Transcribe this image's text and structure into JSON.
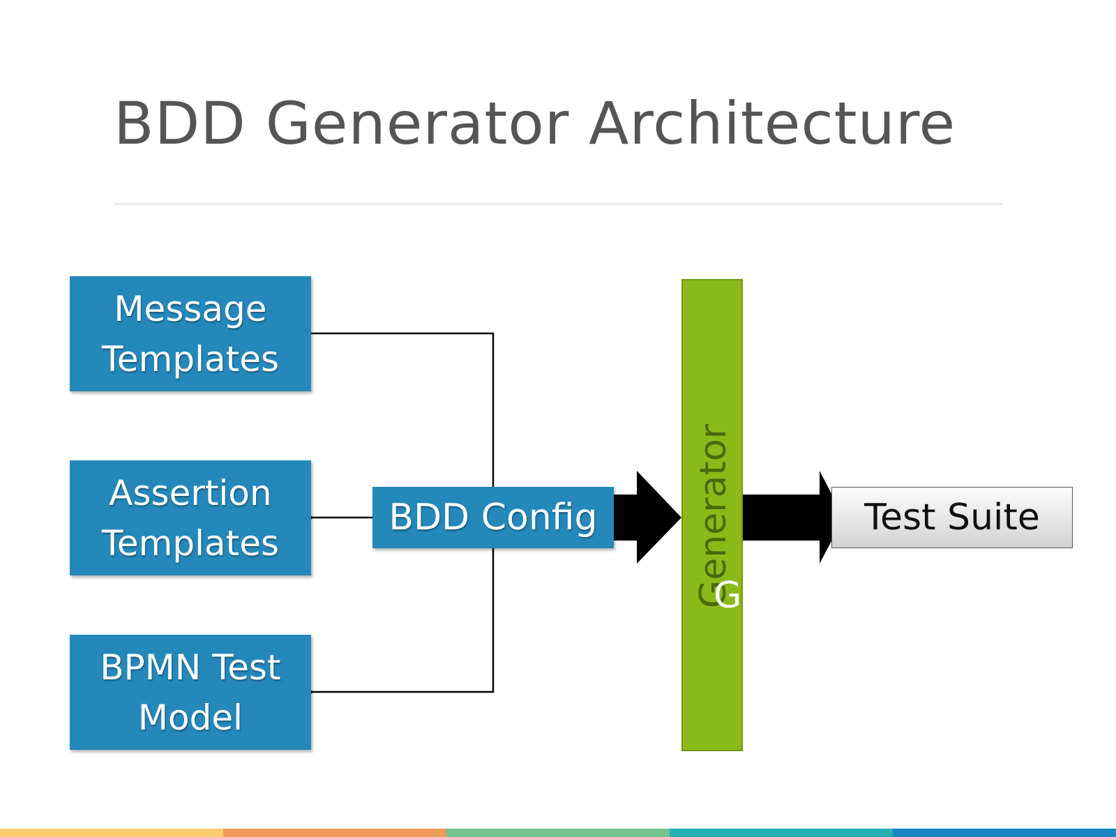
{
  "title": "BDD Generator Architecture",
  "inputs": [
    {
      "line1": "Message",
      "line2": "Templates"
    },
    {
      "line1": "Assertion",
      "line2": "Templates"
    },
    {
      "line1": "BPMN Test",
      "line2": "Model"
    }
  ],
  "config_label": "BDD Config",
  "generator_label": "Generator",
  "generator_ghost": "G",
  "output_label": "Test Suite",
  "colors": {
    "box_blue": "#2488bb",
    "generator_green": "#8aba19",
    "title_gray": "#555555",
    "stripes": [
      "#f8cd6e",
      "#ef9b5c",
      "#74c38e",
      "#28aeb2",
      "#1a85c0"
    ]
  }
}
